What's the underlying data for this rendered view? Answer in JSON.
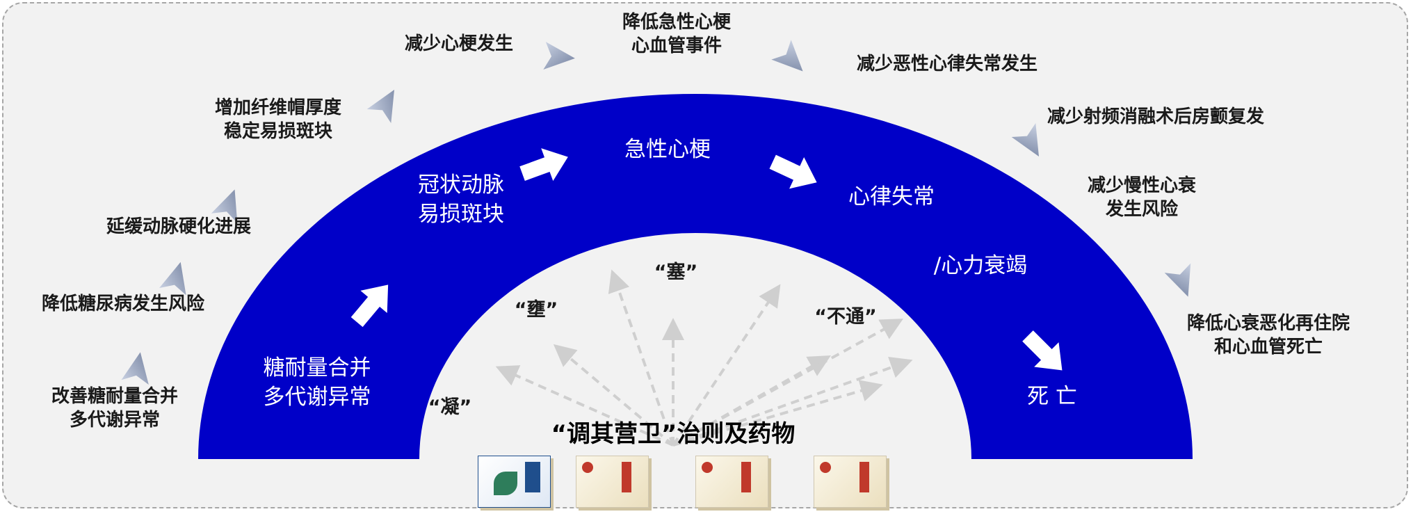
{
  "colors": {
    "band": "#0000c8",
    "white_arrow": "#ffffff",
    "outer_arrow_light": "#c9d1e2",
    "outer_arrow_dark": "#6f7d9c",
    "ray": "#cfcfcf",
    "background": "#f2f2f2",
    "frame_border": "#a6a6a6"
  },
  "band_stages": [
    {
      "id": "metabolic",
      "text": "糖耐量合并\n多代谢异常"
    },
    {
      "id": "plaque",
      "text": "冠状动脉\n易损斑块"
    },
    {
      "id": "ami",
      "text": "急性心梗"
    },
    {
      "id": "arrhythmia",
      "text": "心律失常"
    },
    {
      "id": "hf",
      "text": "/心力衰竭"
    },
    {
      "id": "death",
      "text": "死 亡"
    }
  ],
  "outer_benefits": [
    {
      "id": "improve-glucose",
      "text": "改善糖耐量合并\n多代谢异常"
    },
    {
      "id": "reduce-diabetes",
      "text": "降低糖尿病发生风险"
    },
    {
      "id": "delay-atherosclerosis",
      "text": "延缓动脉硬化进展"
    },
    {
      "id": "stabilize-plaque",
      "text": "增加纤维帽厚度\n稳定易损斑块"
    },
    {
      "id": "reduce-mi",
      "text": "减少心梗发生"
    },
    {
      "id": "reduce-ami-events",
      "text": "降低急性心梗\n心血管事件"
    },
    {
      "id": "reduce-arrhythmia",
      "text": "减少恶性心律失常发生"
    },
    {
      "id": "reduce-af-recurrence",
      "text": "减少射频消融术后房颤复发"
    },
    {
      "id": "reduce-chf",
      "text": "减少慢性心衰\n发生风险"
    },
    {
      "id": "reduce-readmission",
      "text": "降低心衰恶化再住院\n和心血管死亡"
    }
  ],
  "inner_terms": [
    {
      "id": "ning",
      "text": "“凝”"
    },
    {
      "id": "yong",
      "text": "“壅”"
    },
    {
      "id": "sai",
      "text": "“塞”"
    },
    {
      "id": "butong",
      "text": "“不通”"
    }
  ],
  "principle": "“调其营卫”治则及药物",
  "medicine_boxes": [
    {
      "id": "box-1",
      "style": "blue"
    },
    {
      "id": "box-2",
      "style": "tan"
    },
    {
      "id": "box-3",
      "style": "tan"
    },
    {
      "id": "box-4",
      "style": "tan"
    }
  ]
}
